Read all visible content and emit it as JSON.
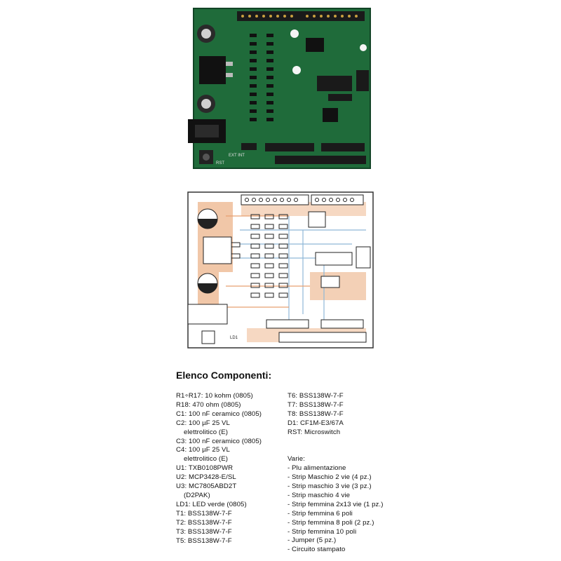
{
  "components": {
    "title": "Elenco Componenti:",
    "left_items": [
      "R1÷R17: 10 kohm (0805)",
      "R18: 470 ohm (0805)",
      "C1: 100 nF ceramico (0805)",
      "C2: 100 µF 25 VL",
      "elettrolitico (E)",
      "C3: 100 nF ceramico (0805)",
      "C4: 100 µF 25 VL",
      "elettrolitico (E)",
      "U1: TXB0108PWR",
      "U2: MCP3428-E/SL",
      "U3: MC7805ABD2T",
      "(D2PAK)",
      "LD1: LED verde (0805)",
      "T1: BSS138W-7-F",
      "T2: BSS138W-7-F",
      "T3: BSS138W-7-F",
      "T5: BSS138W-7-F"
    ],
    "right_items": [
      "T6: BSS138W-7-F",
      "T7: BSS138W-7-F",
      "T8: BSS138W-7-F",
      "D1: CF1M-E3/67A",
      "RST: Microswitch",
      "Varie:",
      "- Plu alimentazione",
      "- Strip Maschio 2 vie (4 pz.)",
      "- Strip maschio 3 vie (3 pz.)",
      "- Strip maschio 4 vie",
      "- Strip femmina 2x13 vie (1 pz.)",
      "- Strip femmina 6 poli",
      "- Strip femmina 8 poli (2 pz.)",
      "- Strip femmina 10 poli",
      "- Jumper (5 pz.)",
      "- Circuito stampato"
    ]
  },
  "pcb_labels": {
    "ext_int": "EXT INT",
    "rst": "RST",
    "ld1": "LD1"
  },
  "colors": {
    "pcb_green": "#1f6b3a",
    "copper": "#e8a070",
    "trace_blue": "#8fb8d8"
  }
}
